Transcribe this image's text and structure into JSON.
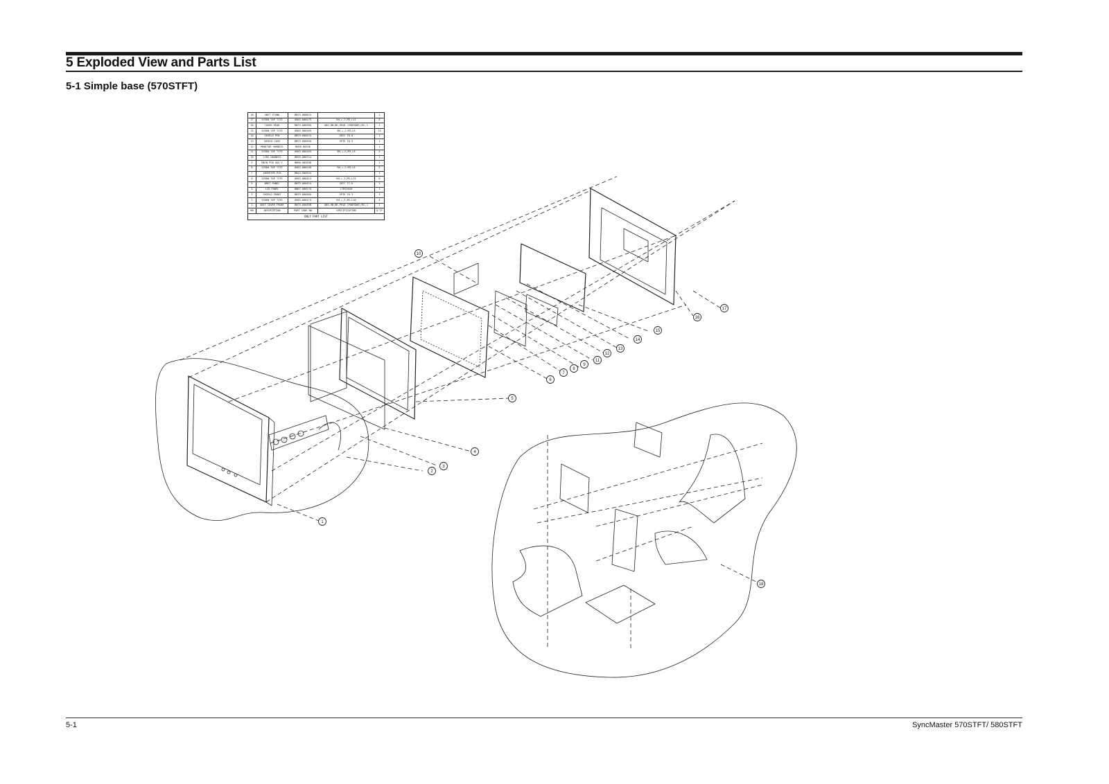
{
  "header": {
    "section_title": "5 Exploded View and Parts List",
    "subsection_title": "5-1 Simple base  (570STFT)"
  },
  "parts_list": {
    "columns": [
      "NO",
      "DESCRIPTION",
      "PART CODE NO",
      "SPECIFICATION",
      "Q'TY"
    ],
    "rows": [
      [
        "18",
        "UNIT STAND",
        "BN75-00067A",
        "-",
        "1"
      ],
      [
        "17",
        "SCREW TAP TITE",
        "6002-000175",
        "RH,+,2,M3,L12",
        "6"
      ],
      [
        "16",
        "COVER REAR",
        "BN75-00039A",
        "ABS,HB,BK,PH18 (PANTONE)/DC,1",
        "1"
      ],
      [
        "15",
        "SCREW TAP TITE",
        "6003-000269",
        "BH,+,2,M3,L8",
        "13"
      ],
      [
        "14",
        "SHIELD PCB",
        "BN75-00047A",
        "SECC T0.8",
        "1"
      ],
      [
        "13",
        "SHIELD CASE",
        "BN75-00045A",
        "SPTE T0.3",
        "1"
      ],
      [
        "12",
        "MONITOR HARNESS",
        "BN39-00158",
        "-",
        "1"
      ],
      [
        "11",
        "SCREW TAP TITE",
        "6003-000269",
        "BH,+,S,M3,L6",
        "4"
      ],
      [
        "10",
        "LVDS HARNESS",
        "BN39-00071A",
        "-",
        "1"
      ],
      [
        "9",
        "MAIN PCB ASS'Y",
        "BN96-00204B",
        "-",
        "1"
      ],
      [
        "8",
        "SCREW TAP TITE",
        "6002-000248",
        "RH,+,2,M3,L8",
        "2"
      ],
      [
        "7",
        "INVERTER PCB",
        "BN44-00052A",
        "-",
        "1"
      ],
      [
        "6",
        "SCREW TAP TITE",
        "6002-000424",
        "RH,+,2,M3,L12",
        "6"
      ],
      [
        "5",
        "BRKT PANEL",
        "BN75-00041A",
        "SECC T1.0",
        "1"
      ],
      [
        "4",
        "LCD PANEL",
        "BN07-00027A",
        "LTM150XH",
        "1"
      ],
      [
        "3",
        "SHIELD FRONT",
        "BN75-00046A",
        "SPTE T0.3",
        "1"
      ],
      [
        "2",
        "SCREW TAP TITE",
        "6002-000174",
        "RH,+,2,M3,L10",
        "4"
      ],
      [
        "1",
        "UNIT COVER FRONT",
        "BN75-00045B",
        "ABS,HB,BK,PH18 (PANTONE)/DC,1",
        "1"
      ]
    ],
    "caption": "ONLY PART LIST"
  },
  "callouts": [
    "1",
    "2",
    "3",
    "4",
    "5",
    "6",
    "7",
    "8",
    "9",
    "10",
    "11",
    "12",
    "13",
    "14",
    "15",
    "16",
    "17",
    "18"
  ],
  "footer": {
    "page_number": "5-1",
    "model": "SyncMaster 570STFT/ 580STFT"
  }
}
